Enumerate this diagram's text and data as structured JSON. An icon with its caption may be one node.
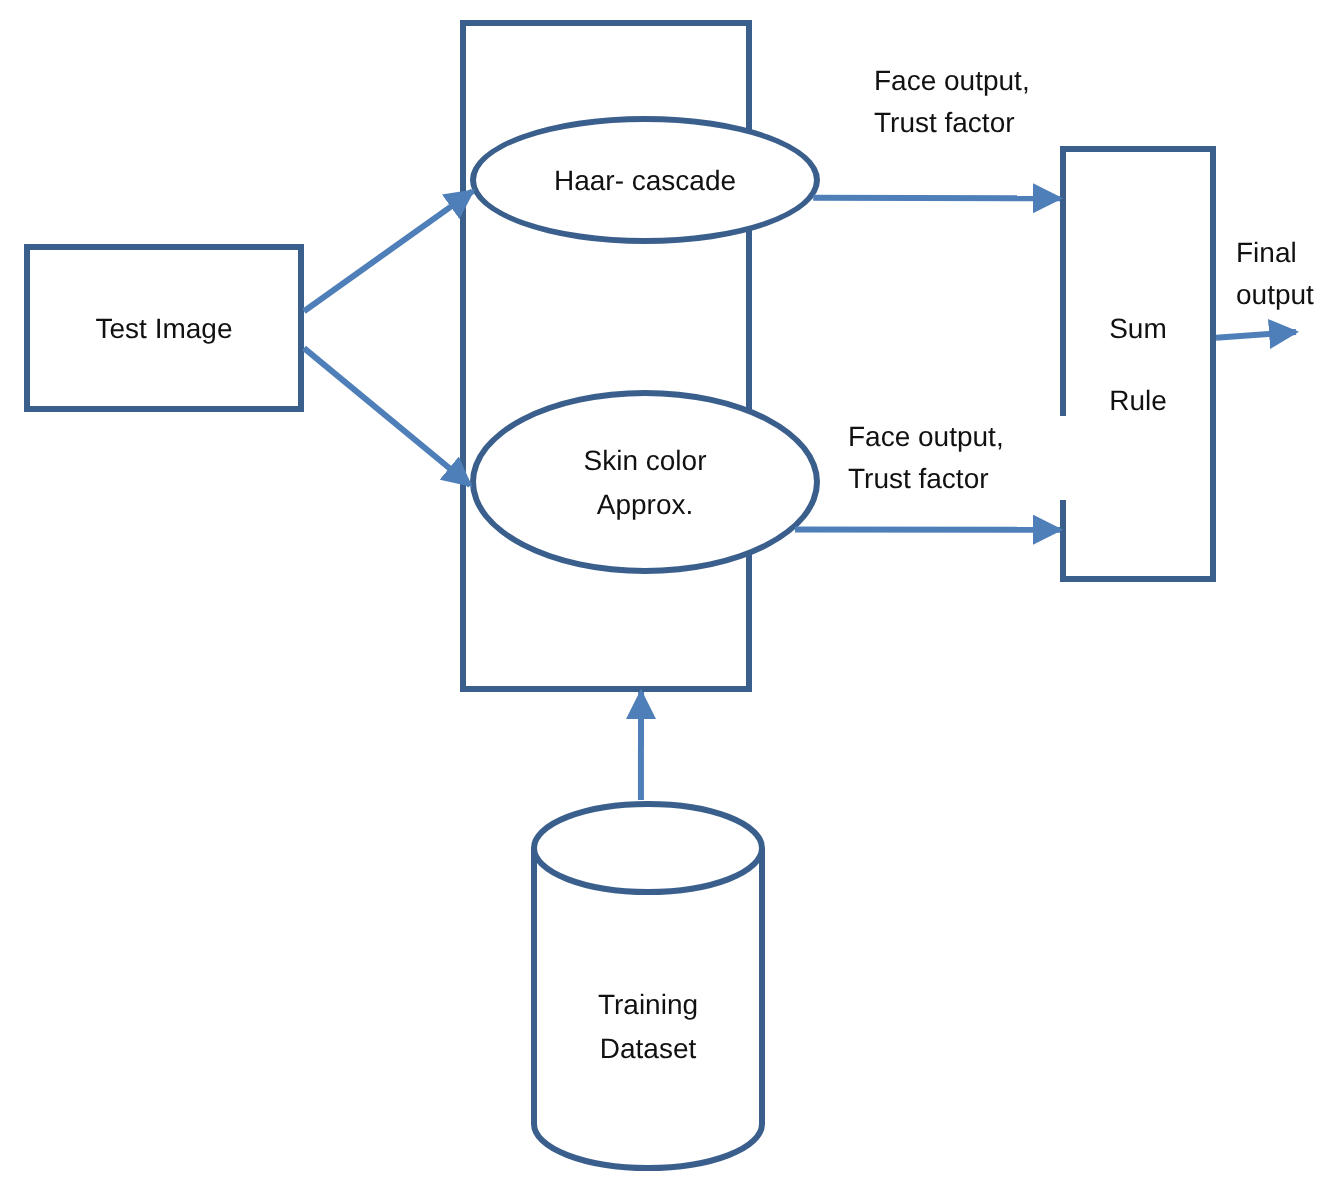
{
  "diagram": {
    "nodes": [
      {
        "text": [
          "Test Image"
        ]
      },
      {
        "text": [],
        "shape": "box"
      },
      {
        "text": [
          "Haar- cascade"
        ]
      },
      {
        "text": [
          "Skin color Approx."
        ]
      },
      {
        "text": [
          "Sum Rule"
        ]
      },
      {
        "text": [
          "Training Dataset"
        ]
      }
    ],
    "edges": [
      {
        "from": 0,
        "to": 2,
        "arrow": "to"
      },
      {
        "from": 0,
        "to": 3,
        "arrow": "to"
      },
      {
        "from": 2,
        "to": 4,
        "arrow": "to",
        "label": "Face output, Trust factor"
      },
      {
        "from": 3,
        "to": 4,
        "arrow": "to",
        "label": "Face output, Trust factor"
      },
      {
        "from": 4,
        "to": null,
        "arrow": "to",
        "label": "Final output"
      },
      {
        "from": 5,
        "to": 1,
        "arrow": "to"
      }
    ]
  }
}
